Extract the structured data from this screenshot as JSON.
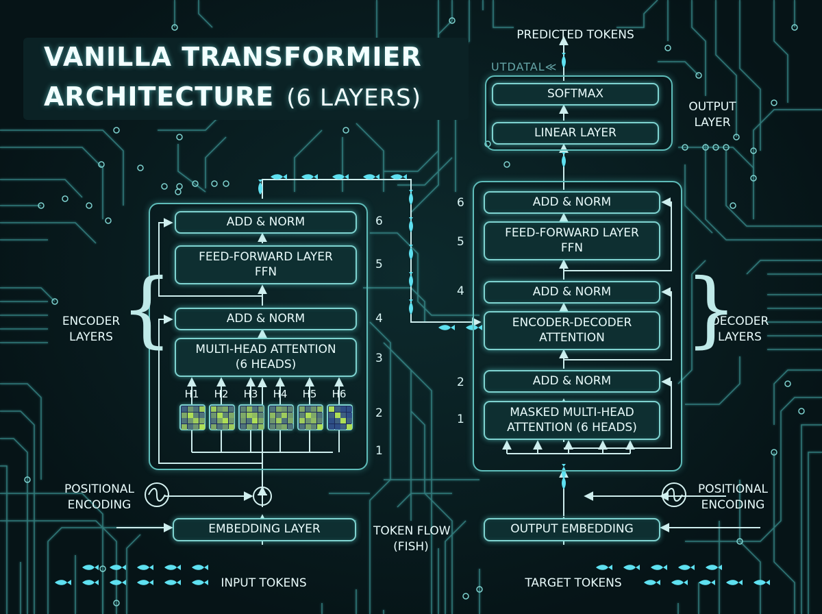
{
  "title": {
    "line1": "VANILLA TRANSFORMIER",
    "line2": "ARCHITECTURE",
    "line2_sub": "(6 LAYERS)"
  },
  "encoder": {
    "side_label": "ENCODER\nLAYERS",
    "add_norm_top": "ADD & NORM",
    "ffn": "FEED-FORWARD LAYER\nFFN",
    "add_norm_bottom": "ADD & NORM",
    "mha": "MULTI-HEAD ATTENTION\n(6 HEADS)",
    "heads": [
      "H1",
      "H2",
      "H3",
      "H4",
      "H5",
      "H6"
    ],
    "layer_numbers": [
      "6",
      "5",
      "4",
      "3",
      "2",
      "1"
    ],
    "positional_encoding": "POSITIONAL\nENCODING",
    "embedding": "EMBEDDING LAYER",
    "input_tokens": "INPUT TOKENS"
  },
  "middle": {
    "token_flow": "TOKEN FLOW\n(FISH)",
    "layer_numbers": [
      "6",
      "5",
      "4",
      "2",
      "1"
    ]
  },
  "decoder": {
    "side_label": "DECODER\nLAYERS",
    "add_norm_top": "ADD & NORM",
    "ffn": "FEED-FORWARD LAYER\nFFN",
    "add_norm_mid": "ADD & NORM",
    "enc_dec_attention": "ENCODER-DECODER\nATTENTION",
    "add_norm_bottom": "ADD & NORM",
    "masked_mha": "MASKED MULTI-HEAD\nATTENTION (6 HEADS)",
    "positional_encoding": "POSITIONAL\nENCODING",
    "embedding": "OUTPUT EMBEDDING",
    "target_tokens": "TARGET TOKENS"
  },
  "output": {
    "predicted_tokens": "PREDICTED TOKENS",
    "softmax": "SOFTMAX",
    "linear": "LINEAR LAYER",
    "side_label": "OUTPUT\nLAYER",
    "watermark": "UTDATAL≪"
  },
  "colors": {
    "background": "#071a1d",
    "accent": "#7fd3d0",
    "glow": "#64e6e1",
    "fish": "#5ee0f0"
  },
  "heatmaps": [
    [
      [
        0.2,
        0.5,
        0.3,
        0.8
      ],
      [
        0.6,
        0.9,
        0.4,
        0.3
      ],
      [
        0.3,
        0.5,
        0.8,
        0.6
      ],
      [
        0.7,
        0.3,
        0.5,
        0.9
      ]
    ],
    [
      [
        0.8,
        0.5,
        0.6,
        0.3
      ],
      [
        0.5,
        0.9,
        0.4,
        0.6
      ],
      [
        0.3,
        0.6,
        0.9,
        0.5
      ],
      [
        0.6,
        0.3,
        0.5,
        0.8
      ]
    ],
    [
      [
        0.4,
        0.7,
        0.3,
        0.5
      ],
      [
        0.6,
        0.8,
        0.7,
        0.4
      ],
      [
        0.5,
        0.3,
        0.9,
        0.6
      ],
      [
        0.3,
        0.6,
        0.4,
        0.7
      ]
    ],
    [
      [
        0.3,
        0.6,
        0.5,
        0.4
      ],
      [
        0.7,
        0.4,
        0.8,
        0.5
      ],
      [
        0.5,
        0.8,
        0.3,
        0.6
      ],
      [
        0.4,
        0.5,
        0.6,
        0.3
      ]
    ],
    [
      [
        0.6,
        0.3,
        0.5,
        0.7
      ],
      [
        0.4,
        0.9,
        0.6,
        0.3
      ],
      [
        0.8,
        0.5,
        0.7,
        0.4
      ],
      [
        0.3,
        0.6,
        0.4,
        0.9
      ]
    ],
    [
      [
        0.9,
        0.2,
        0.1,
        0.1
      ],
      [
        0.2,
        0.9,
        0.2,
        0.1
      ],
      [
        0.1,
        0.2,
        0.9,
        0.2
      ],
      [
        0.1,
        0.1,
        0.2,
        0.9
      ]
    ]
  ]
}
